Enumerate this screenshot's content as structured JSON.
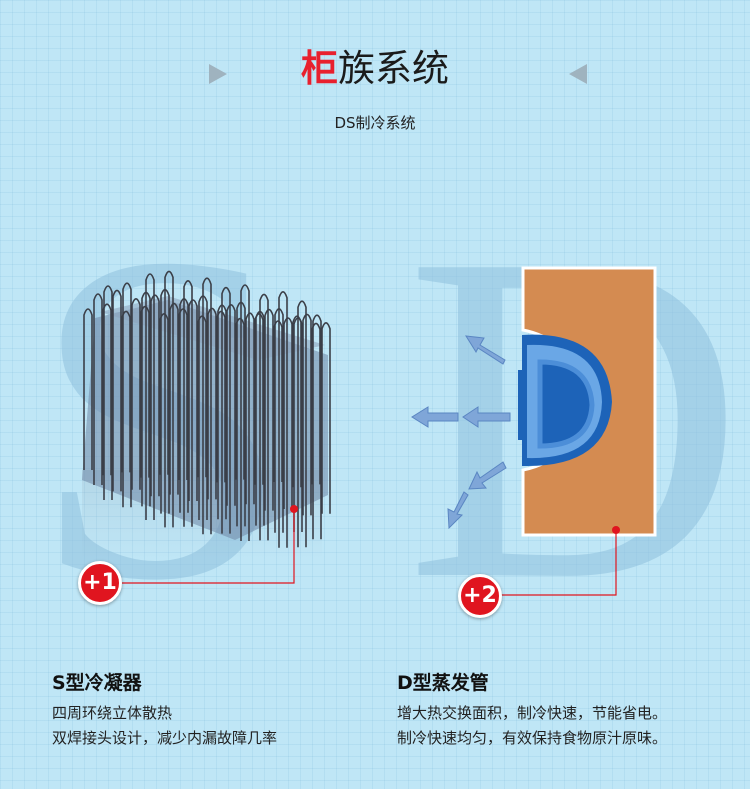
{
  "header": {
    "title_accent": "柜",
    "title_rest": "族系统",
    "subtitle": "DS制冷系统"
  },
  "watermark": {
    "left_letter": "S",
    "right_letter": "D"
  },
  "left_feature": {
    "badge": "+1",
    "heading": "S型冷凝器",
    "lines": [
      "四周环绕立体散热",
      "双焊接头设计，减少内漏故障几率"
    ]
  },
  "right_feature": {
    "badge": "+2",
    "heading": "D型蒸发管",
    "lines": [
      "增大热交换面积，制冷快速，节能省电。",
      "制冷快速均匀，有效保持食物原汁原味。"
    ]
  },
  "colors": {
    "background": "#bfe6f6",
    "accent": "#e8202e",
    "badge": "#e0151f",
    "evaporator_body": "#d48b51",
    "evaporator_tube": "#1d63b8",
    "arrow": "#7fa6d8"
  }
}
